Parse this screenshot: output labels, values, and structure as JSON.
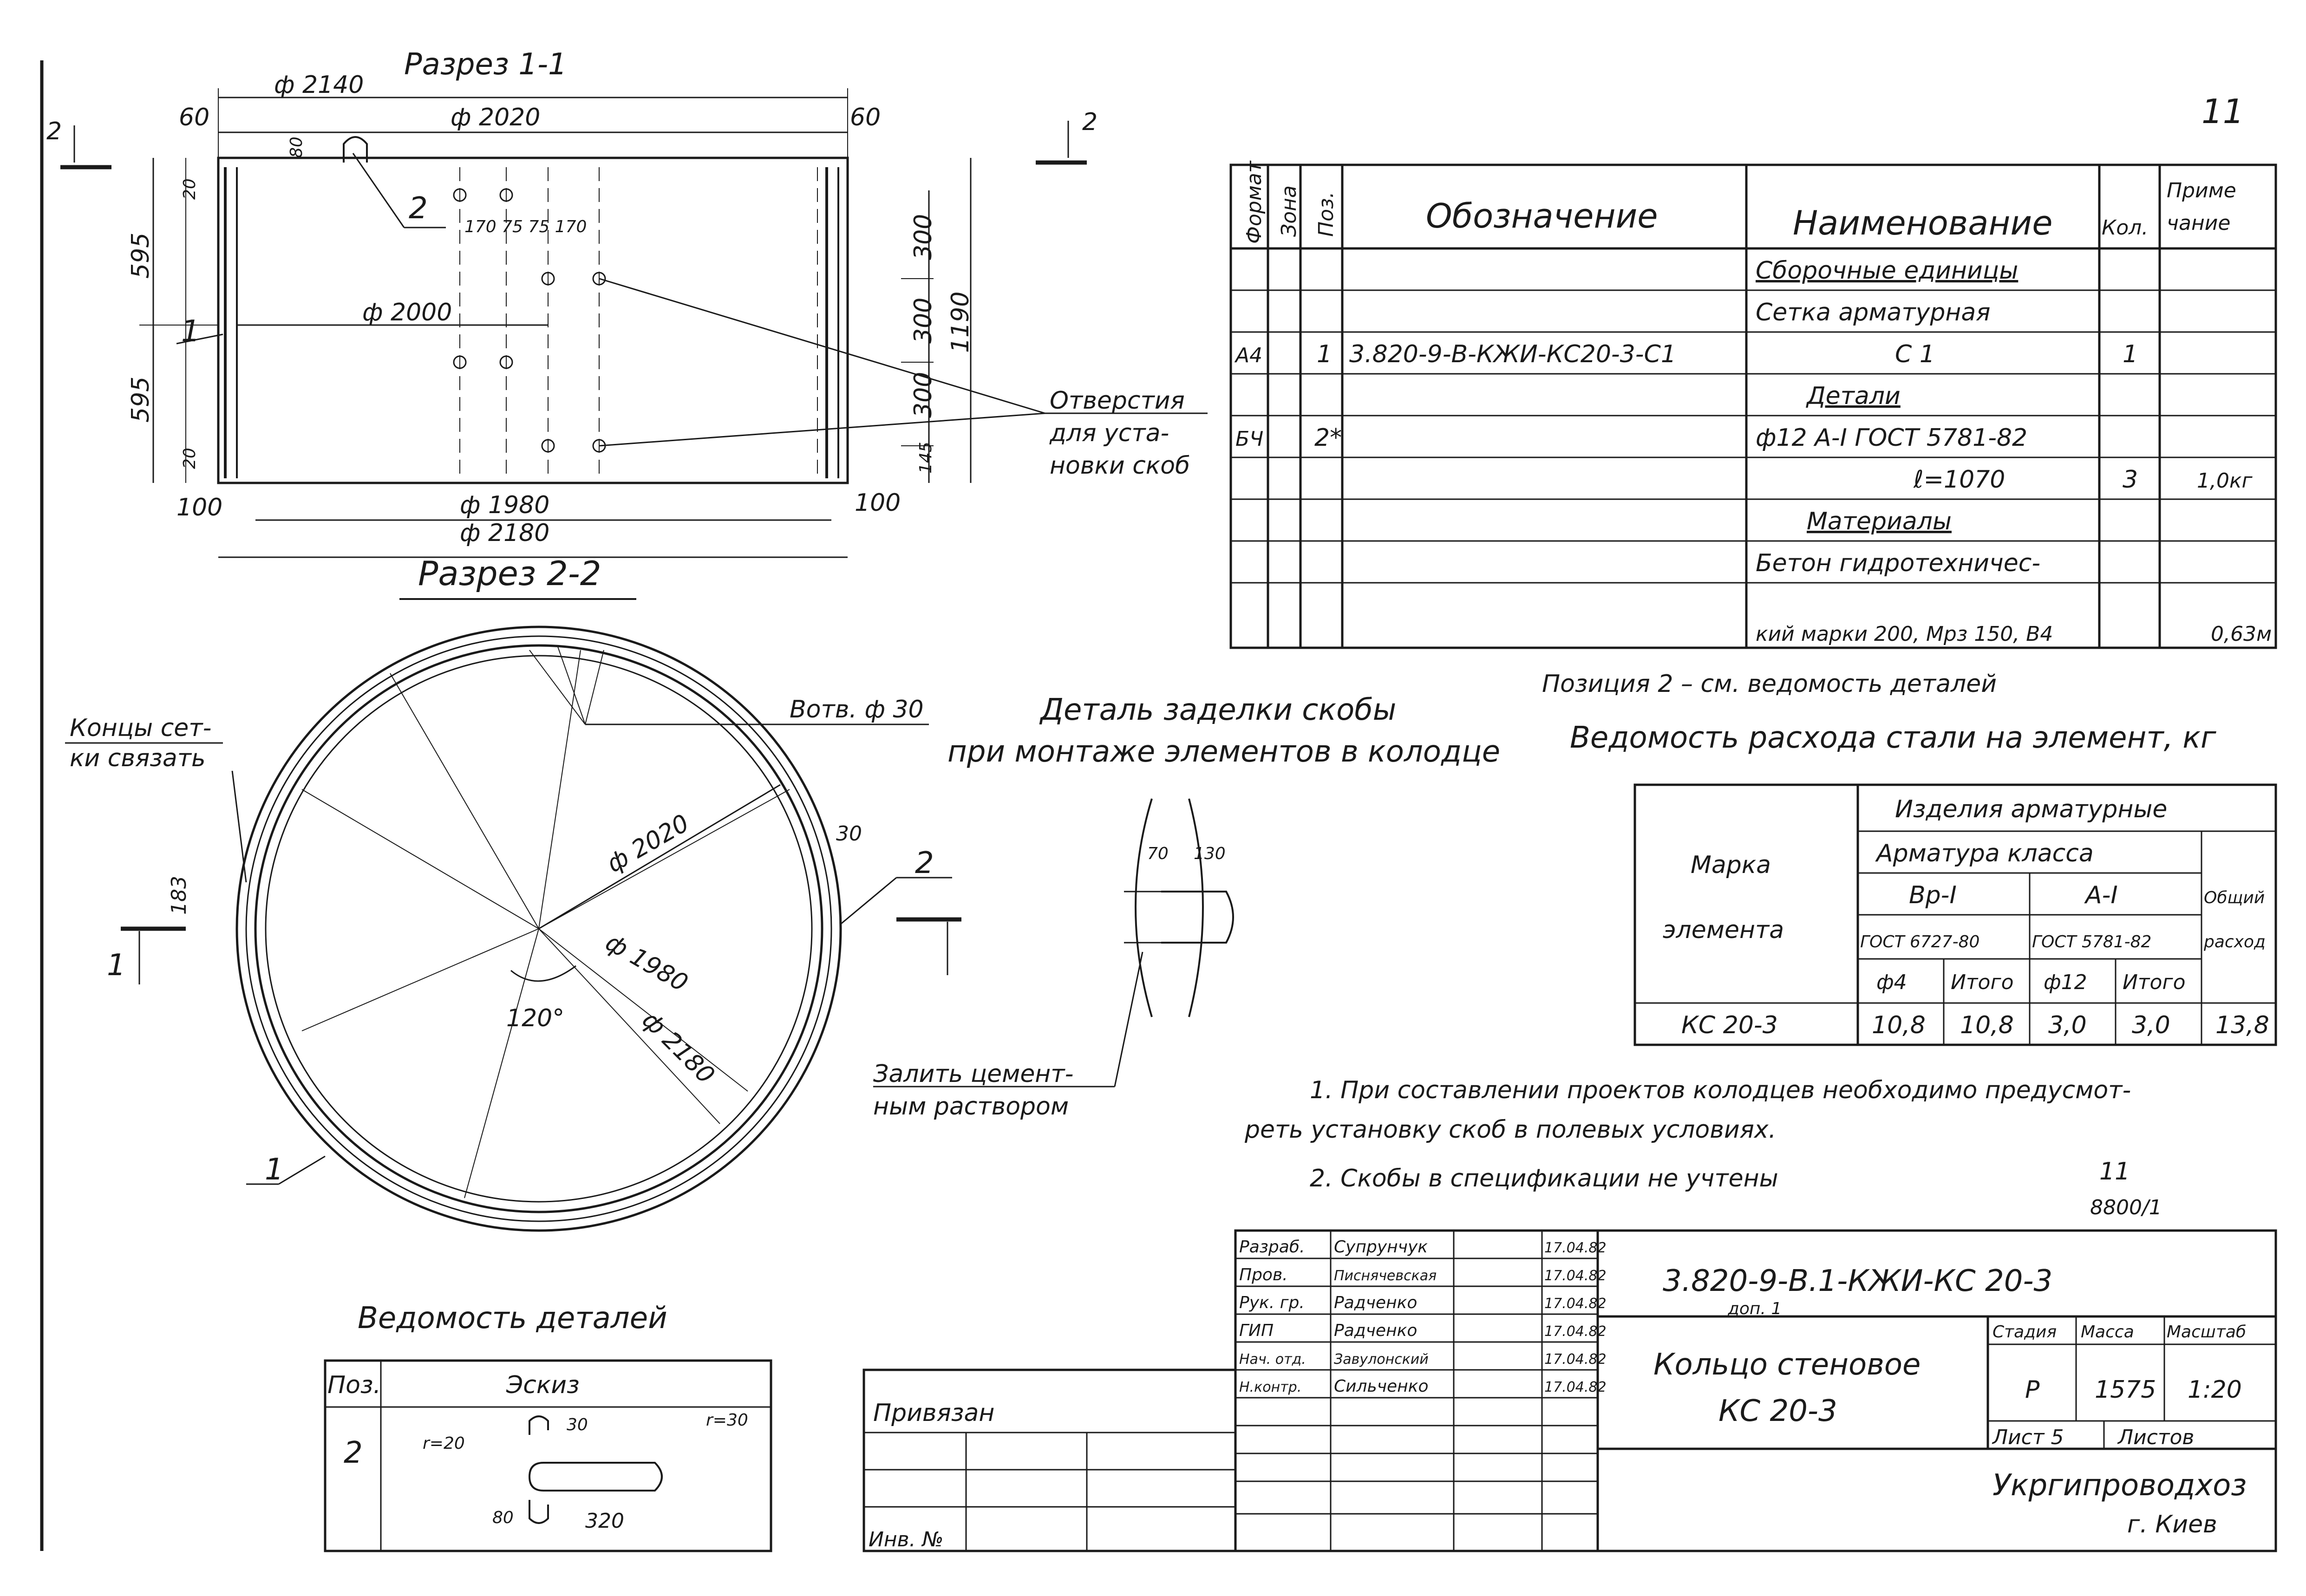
{
  "sheet_number": "11",
  "views": {
    "section_1_1": {
      "title": "Разрез 1-1",
      "dims": {
        "d2140": "ф 2140",
        "d2020": "ф 2020",
        "d2000": "ф 2000",
        "d1980": "ф 1980",
        "d2180": "ф 2180",
        "w60": "60",
        "w100": "100",
        "h80": "80",
        "h20": "20",
        "h595": "595",
        "h300": "300",
        "h145": "145",
        "h1190": "1190",
        "holes": "170  75 75  170"
      },
      "cut_mark": "2",
      "leader_2": "2",
      "leader_1": "1",
      "holes_note": [
        "Отверстия",
        "для уста-",
        "новки скоб"
      ]
    },
    "section_2_2": {
      "title": "Разрез 2-2",
      "tie_note": [
        "Концы сет-",
        "ки связать"
      ],
      "hole_note": "Вотв. ф 30",
      "dims": {
        "d2020": "ф 2020",
        "d1980": "ф 1980",
        "d2180": "ф 2180",
        "a120": "120°",
        "h183": "183",
        "w30": "30"
      },
      "mark_1": "1",
      "mark_2": "2",
      "leader_1": "1"
    },
    "detail": {
      "title": [
        "Деталь заделки скобы",
        "при монтаже элементов в колодце"
      ],
      "dims": {
        "w70": "70",
        "w130": "130"
      },
      "fill_note": [
        "Залить цемент-",
        "ным раствором"
      ]
    }
  },
  "spec_table": {
    "headers": [
      "Формат",
      "Зона",
      "Поз.",
      "Обозначение",
      "Наименование",
      "Кол.",
      "Приме-чание"
    ],
    "note_header_lines": [
      "Приме",
      "чание"
    ],
    "rows": [
      {
        "format": "",
        "zone": "",
        "pos": "",
        "designation": "",
        "name": "Сборочные единицы",
        "qty": "",
        "note": "",
        "section": true
      },
      {
        "format": "",
        "zone": "",
        "pos": "",
        "designation": "",
        "name": "Сетка арматурная",
        "qty": "",
        "note": ""
      },
      {
        "format": "А4",
        "zone": "",
        "pos": "1",
        "designation": "3.820-9-В-КЖИ-КС20-3-С1",
        "name": "С 1",
        "qty": "1",
        "note": ""
      },
      {
        "format": "",
        "zone": "",
        "pos": "",
        "designation": "",
        "name": "Детали",
        "qty": "",
        "note": "",
        "section": true
      },
      {
        "format": "БЧ",
        "zone": "",
        "pos": "2*",
        "designation": "",
        "name": "ф12 А-I ГОСТ 5781-82",
        "qty": "",
        "note": ""
      },
      {
        "format": "",
        "zone": "",
        "pos": "",
        "designation": "",
        "name": "ℓ=1070",
        "qty": "3",
        "note": "1,0кг"
      },
      {
        "format": "",
        "zone": "",
        "pos": "",
        "designation": "",
        "name": "Материалы",
        "qty": "",
        "note": "",
        "section": true
      },
      {
        "format": "",
        "zone": "",
        "pos": "",
        "designation": "",
        "name": "Бетон гидротехничес-",
        "qty": "",
        "note": ""
      },
      {
        "format": "",
        "zone": "",
        "pos": "",
        "designation": "",
        "name": "кий марки 200, Мрз 150, В4",
        "qty": "",
        "note": "0,63м"
      }
    ],
    "footnote": "Позиция 2 – см. ведомость деталей"
  },
  "steel_table": {
    "title": "Ведомость расхода стали на элемент, кг",
    "marka": [
      "Марка",
      "элемента"
    ],
    "group": "Изделия арматурные",
    "class_header": "Арматура класса",
    "bp1": "Вр-I",
    "a1": "А-I",
    "gost1": "ГОСТ 6727-80",
    "gost2": "ГОСТ 5781-82",
    "total_header": [
      "Общий",
      "расход"
    ],
    "sub": [
      "ф4",
      "Итого",
      "ф12",
      "Итого"
    ],
    "row": [
      "КС 20-3",
      "10,8",
      "10,8",
      "3,0",
      "3,0",
      "13,8"
    ]
  },
  "notes": [
    "1. При составлении проектов колодцев необходимо предусмот-",
    "реть установку скоб в полевых условиях.",
    "2. Скобы в спецификации не учтены"
  ],
  "stamp_small": [
    "11",
    "8800/1"
  ],
  "details_sheet": {
    "title": "Ведомость деталей",
    "headers": [
      "Поз.",
      "Эскиз"
    ],
    "pos": "2",
    "dims": {
      "r1": "r=20",
      "r2": "r=30",
      "h30": "30",
      "h80": "80",
      "w320": "320"
    }
  },
  "binding": {
    "label": "Привязан",
    "inv": "Инв. №"
  },
  "title_block": {
    "staff": [
      {
        "role": "Разраб.",
        "name": "Супрунчук",
        "date": "17.04.82"
      },
      {
        "role": "Пров.",
        "name": "Писнячевская",
        "date": "17.04.82"
      },
      {
        "role": "Рук. гр.",
        "name": "Радченко",
        "date": "17.04.82"
      },
      {
        "role": "ГИП",
        "name": "Радченко",
        "date": "17.04.82"
      },
      {
        "role": "Нач. отд.",
        "name": "Завулонский",
        "date": "17.04.82"
      },
      {
        "role": "Н.контр.",
        "name": "Сильченко",
        "date": "17.04.82"
      }
    ],
    "code": "3.820-9-В.1-КЖИ-КС 20-3",
    "code_sub": "доп. 1",
    "name": [
      "Кольцо стеновое",
      "КС 20-3"
    ],
    "stage_label": "Стадия",
    "mass_label": "Масса",
    "scale_label": "Масштаб",
    "stage": "Р",
    "mass": "1575",
    "scale": "1:20",
    "sheet_label": "Лист 5",
    "sheets_label": "Листов",
    "org": [
      "Укргипроводхоз",
      "г. Киев"
    ]
  }
}
